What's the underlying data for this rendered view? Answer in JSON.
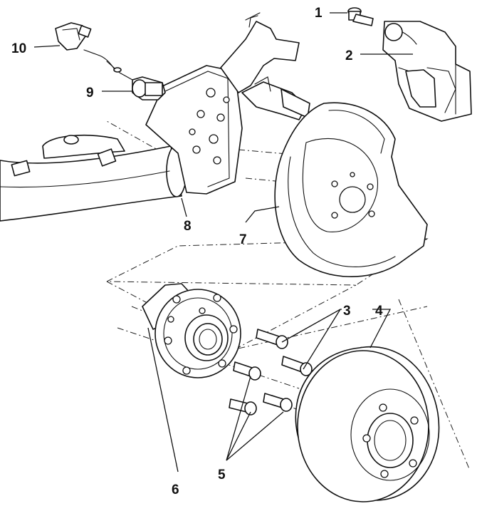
{
  "callouts": {
    "c1": "1",
    "c2": "2",
    "c3": "3",
    "c4": "4",
    "c5": "5",
    "c6": "6",
    "c7": "7",
    "c8": "8",
    "c9": "9",
    "c10": "10"
  },
  "parts": {
    "p1": "caliper-bolt",
    "p2": "brake-caliper",
    "p3": "hub-bolts",
    "p4": "brake-disc",
    "p5": "hub-mounting-bolts",
    "p6": "wheel-hub",
    "p7": "splash-shield",
    "p8": "axle-carrier",
    "p9": "abs-sensor",
    "p10": "sensor-clip"
  }
}
